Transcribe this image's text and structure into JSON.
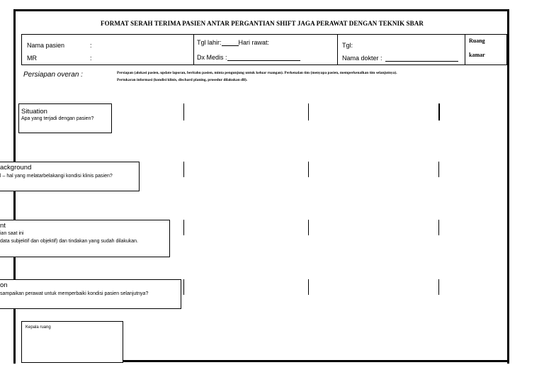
{
  "title": "FORMAT SERAH TERIMA PASIEN ANTAR PERGANTIAN SHIFT JAGA PERAWAT DENGAN TEKNIK SBAR",
  "header": {
    "nama_pasien": "Nama pasien",
    "mr": "MR",
    "colon": ":",
    "tgl_lahir": "Tgl lahir:",
    "hari_rawat": "Hari rawat:",
    "dx_medis": "Dx Medis :",
    "tgl": "Tgl:",
    "nama_dokter": "Nama dokter :",
    "ruang": "Ruang",
    "kamar": "kamar"
  },
  "persiapan": {
    "label": "Persiapan overan :",
    "line1": "Persiapan (alokasi pasien, update laporan, beritahu pasien, minta pengunjung untuk keluar ruangan). Perkenalan tim (menyapa pasien, memperkenalkan tim selanjutnya).",
    "line2": "Pertukaran informasi (kondisi klinis, dischard planing, prosedur dilakukan dll)."
  },
  "sections": {
    "situation": {
      "title": "Situation",
      "desc": "Apa yang terjadi dengan pasien?"
    },
    "background": {
      "title": "ackground",
      "desc": "l – hal yang melatarbelakangi kondisi klinis pasien?"
    },
    "assessment": {
      "title": "nt",
      "desc1": "ian saat ini",
      "desc2": "data subjektif dan objektif) dan tindakan yang sudah dilakukan."
    },
    "recommendation": {
      "title": "on",
      "desc": "sampaikan perawat untuk memperbaiki kondisi pasien selanjutnya?"
    }
  },
  "signature": {
    "label": "Kepala ruang"
  }
}
